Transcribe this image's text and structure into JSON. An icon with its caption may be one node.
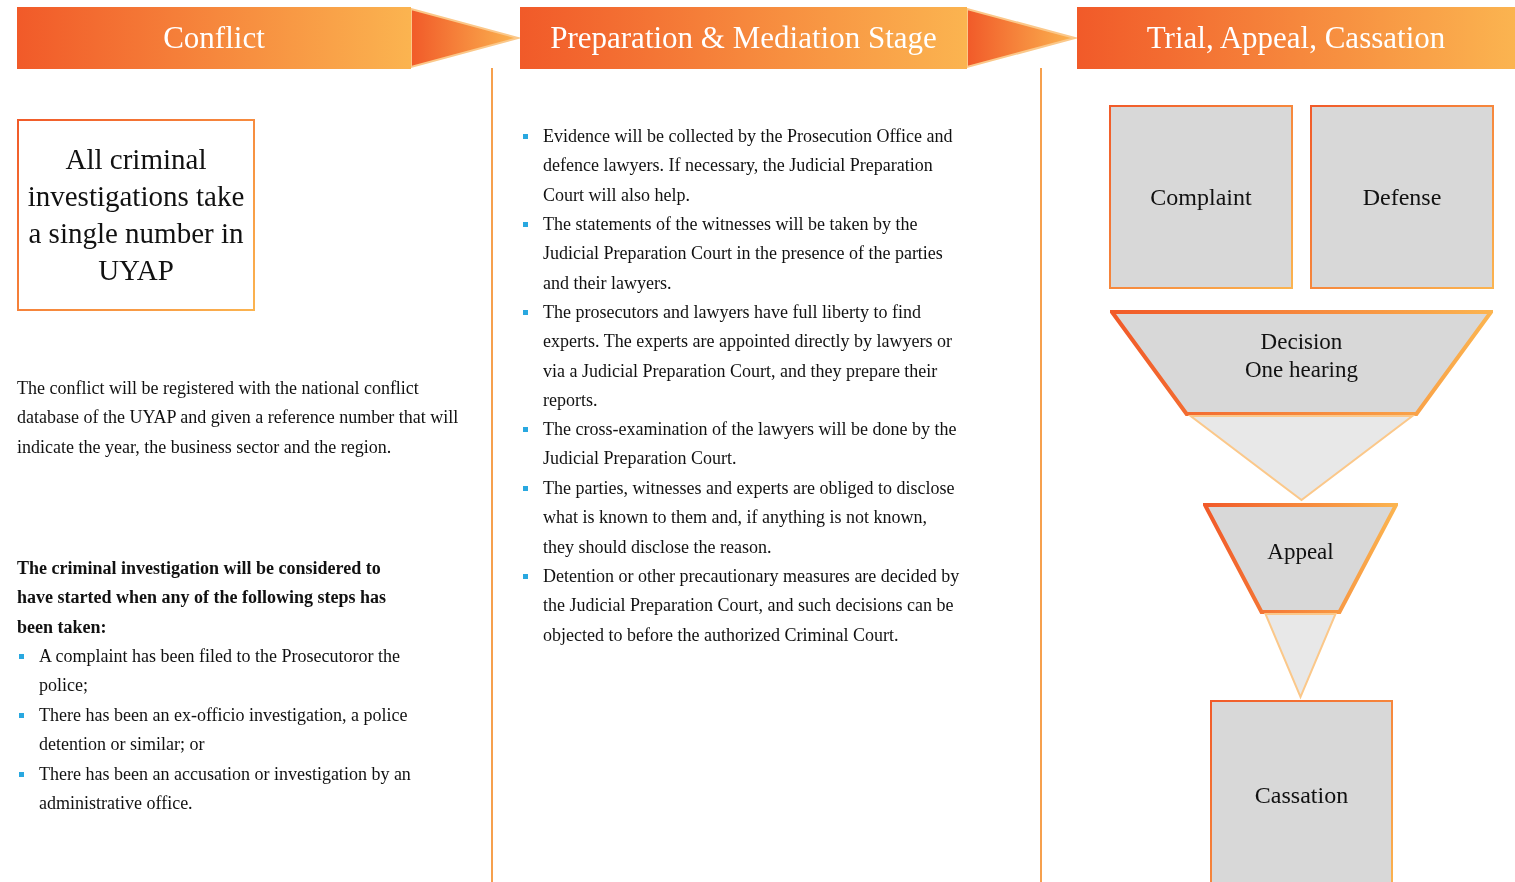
{
  "diagram": {
    "nodes": [
      {
        "text": [
          "Conflict"
        ]
      },
      {
        "text": [
          "Preparation & Mediation Stage"
        ]
      },
      {
        "text": [
          "Trial, Appeal, Cassation"
        ]
      },
      {
        "text": [
          "All criminal investigations take a single number in UYAP"
        ]
      },
      {
        "text": [
          "Complaint"
        ]
      },
      {
        "text": [
          "Defense"
        ]
      },
      {
        "text": [
          "Decision",
          "One hearing"
        ]
      },
      {
        "text": [
          "Appeal"
        ]
      },
      {
        "text": [
          "Cassation"
        ]
      }
    ],
    "edges": [
      {
        "from": 0,
        "to": 1,
        "arrow": "to"
      },
      {
        "from": 1,
        "to": 2,
        "arrow": "to"
      },
      {
        "from": 6,
        "to": 7,
        "arrow": "to"
      },
      {
        "from": 7,
        "to": 8,
        "arrow": "to"
      }
    ],
    "labels": [
      "The conflict will be registered with the national conflict database of the UYAP and given a reference number that will indicate the year, the business sector and the region.",
      "The criminal investigation will be considered to have started when any of the following steps has been taken:",
      "A complaint has been filed to the Prosecutoror the police;",
      "There has been an ex-officio investigation, a police detention or similar; or",
      "There has been an accusation or investigation by an administrative office.",
      "Evidence will be collected by the Prosecution Office and defence lawyers. If necessary, the Judicial Preparation Court will also help.",
      "The statements of the witnesses will be taken by the Judicial Preparation Court in the presence of the parties and their lawyers.",
      "The prosecutors and lawyers have full liberty to find experts. The experts are appointed directly by lawyers or via a Judicial Preparation Court, and they prepare their reports.",
      "The cross-examination of the lawyers will be done by the Judicial Preparation Court.",
      "The parties, witnesses and experts are obliged to disclose what is known to them and, if anything is not known, they should disclose the reason.",
      "Detention or other precautionary measures are decided by the Judicial Preparation Court, and such decisions can be objected to before the authorized Criminal Court."
    ]
  }
}
